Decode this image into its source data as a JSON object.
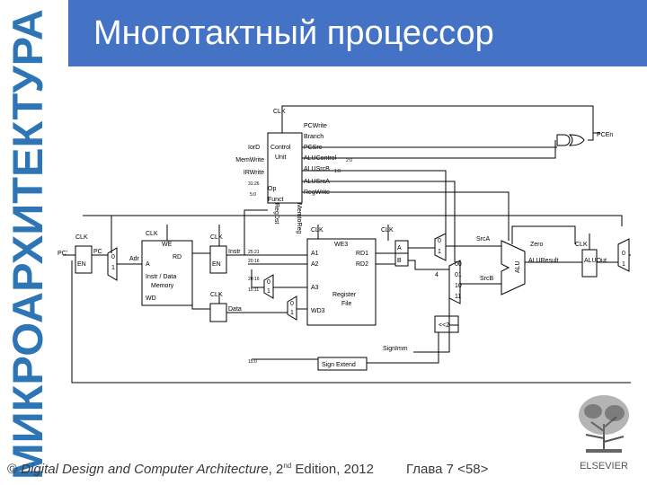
{
  "slide": {
    "title": "Многотактный процессор",
    "side_title": "МИКРОАРХИТЕКТУРА",
    "footer_book": "Digital Design and Computer Architecture",
    "footer_edition_num": "2",
    "footer_edition_sup": "nd",
    "footer_edition_rest": " Edition, 2012",
    "footer_copyright": "©",
    "footer_page": "Глава 7 <58>",
    "publisher": "ELSEVIER"
  },
  "colors": {
    "title_bg": "#4472c4",
    "side_text": "#2e75b6",
    "title_text": "#ffffff",
    "wire": "#000000"
  },
  "diagram": {
    "clk": "CLK",
    "control_unit": [
      "Control",
      "Unit"
    ],
    "op": "Op",
    "funct": "Funct",
    "op_bits": "31:26",
    "funct_bits": "5:0",
    "control_signals_left": [
      "IorD",
      "MemWrite",
      "IRWrite"
    ],
    "control_signals_right": [
      "PCWrite",
      "Branch",
      "PCSrc",
      "ALUControl",
      "ALUSrcB",
      "ALUSrcA",
      "RegWrite"
    ],
    "alucontrol_bits": "2:0",
    "alusrcb_bits": "1:0",
    "vertical_signals": [
      "RegDst",
      "MemtoReg"
    ],
    "pcen": "PCEn",
    "pc_prime": "PC'",
    "pc": "PC",
    "en": "EN",
    "adr": "Adr",
    "memory": {
      "we": "WE",
      "a": "A",
      "rd": "RD",
      "wd": "WD",
      "name": [
        "Instr / Data",
        "Memory"
      ]
    },
    "instr": "Instr",
    "data": "Data",
    "instr_bits": [
      "25:21",
      "20:16",
      "20:16",
      "15:11",
      "15:0"
    ],
    "regfile": {
      "we3": "WE3",
      "a1": "A1",
      "a2": "A2",
      "a3": "A3",
      "wd3": "WD3",
      "rd1": "RD1",
      "rd2": "RD2",
      "name": [
        "Register",
        "File"
      ]
    },
    "a_reg": "A",
    "b_reg": "B",
    "mux0": "0",
    "mux1": "1",
    "srcb_mux": [
      "00",
      "01",
      "10",
      "11"
    ],
    "four": "4",
    "srca": "SrcA",
    "srcb": "SrcB",
    "alu": "ALU",
    "zero": "Zero",
    "aluresult": "ALUResult",
    "aluout": "ALUOut",
    "shift": "<<2",
    "signimm": "SignImm",
    "sign_extend": "Sign Extend"
  }
}
